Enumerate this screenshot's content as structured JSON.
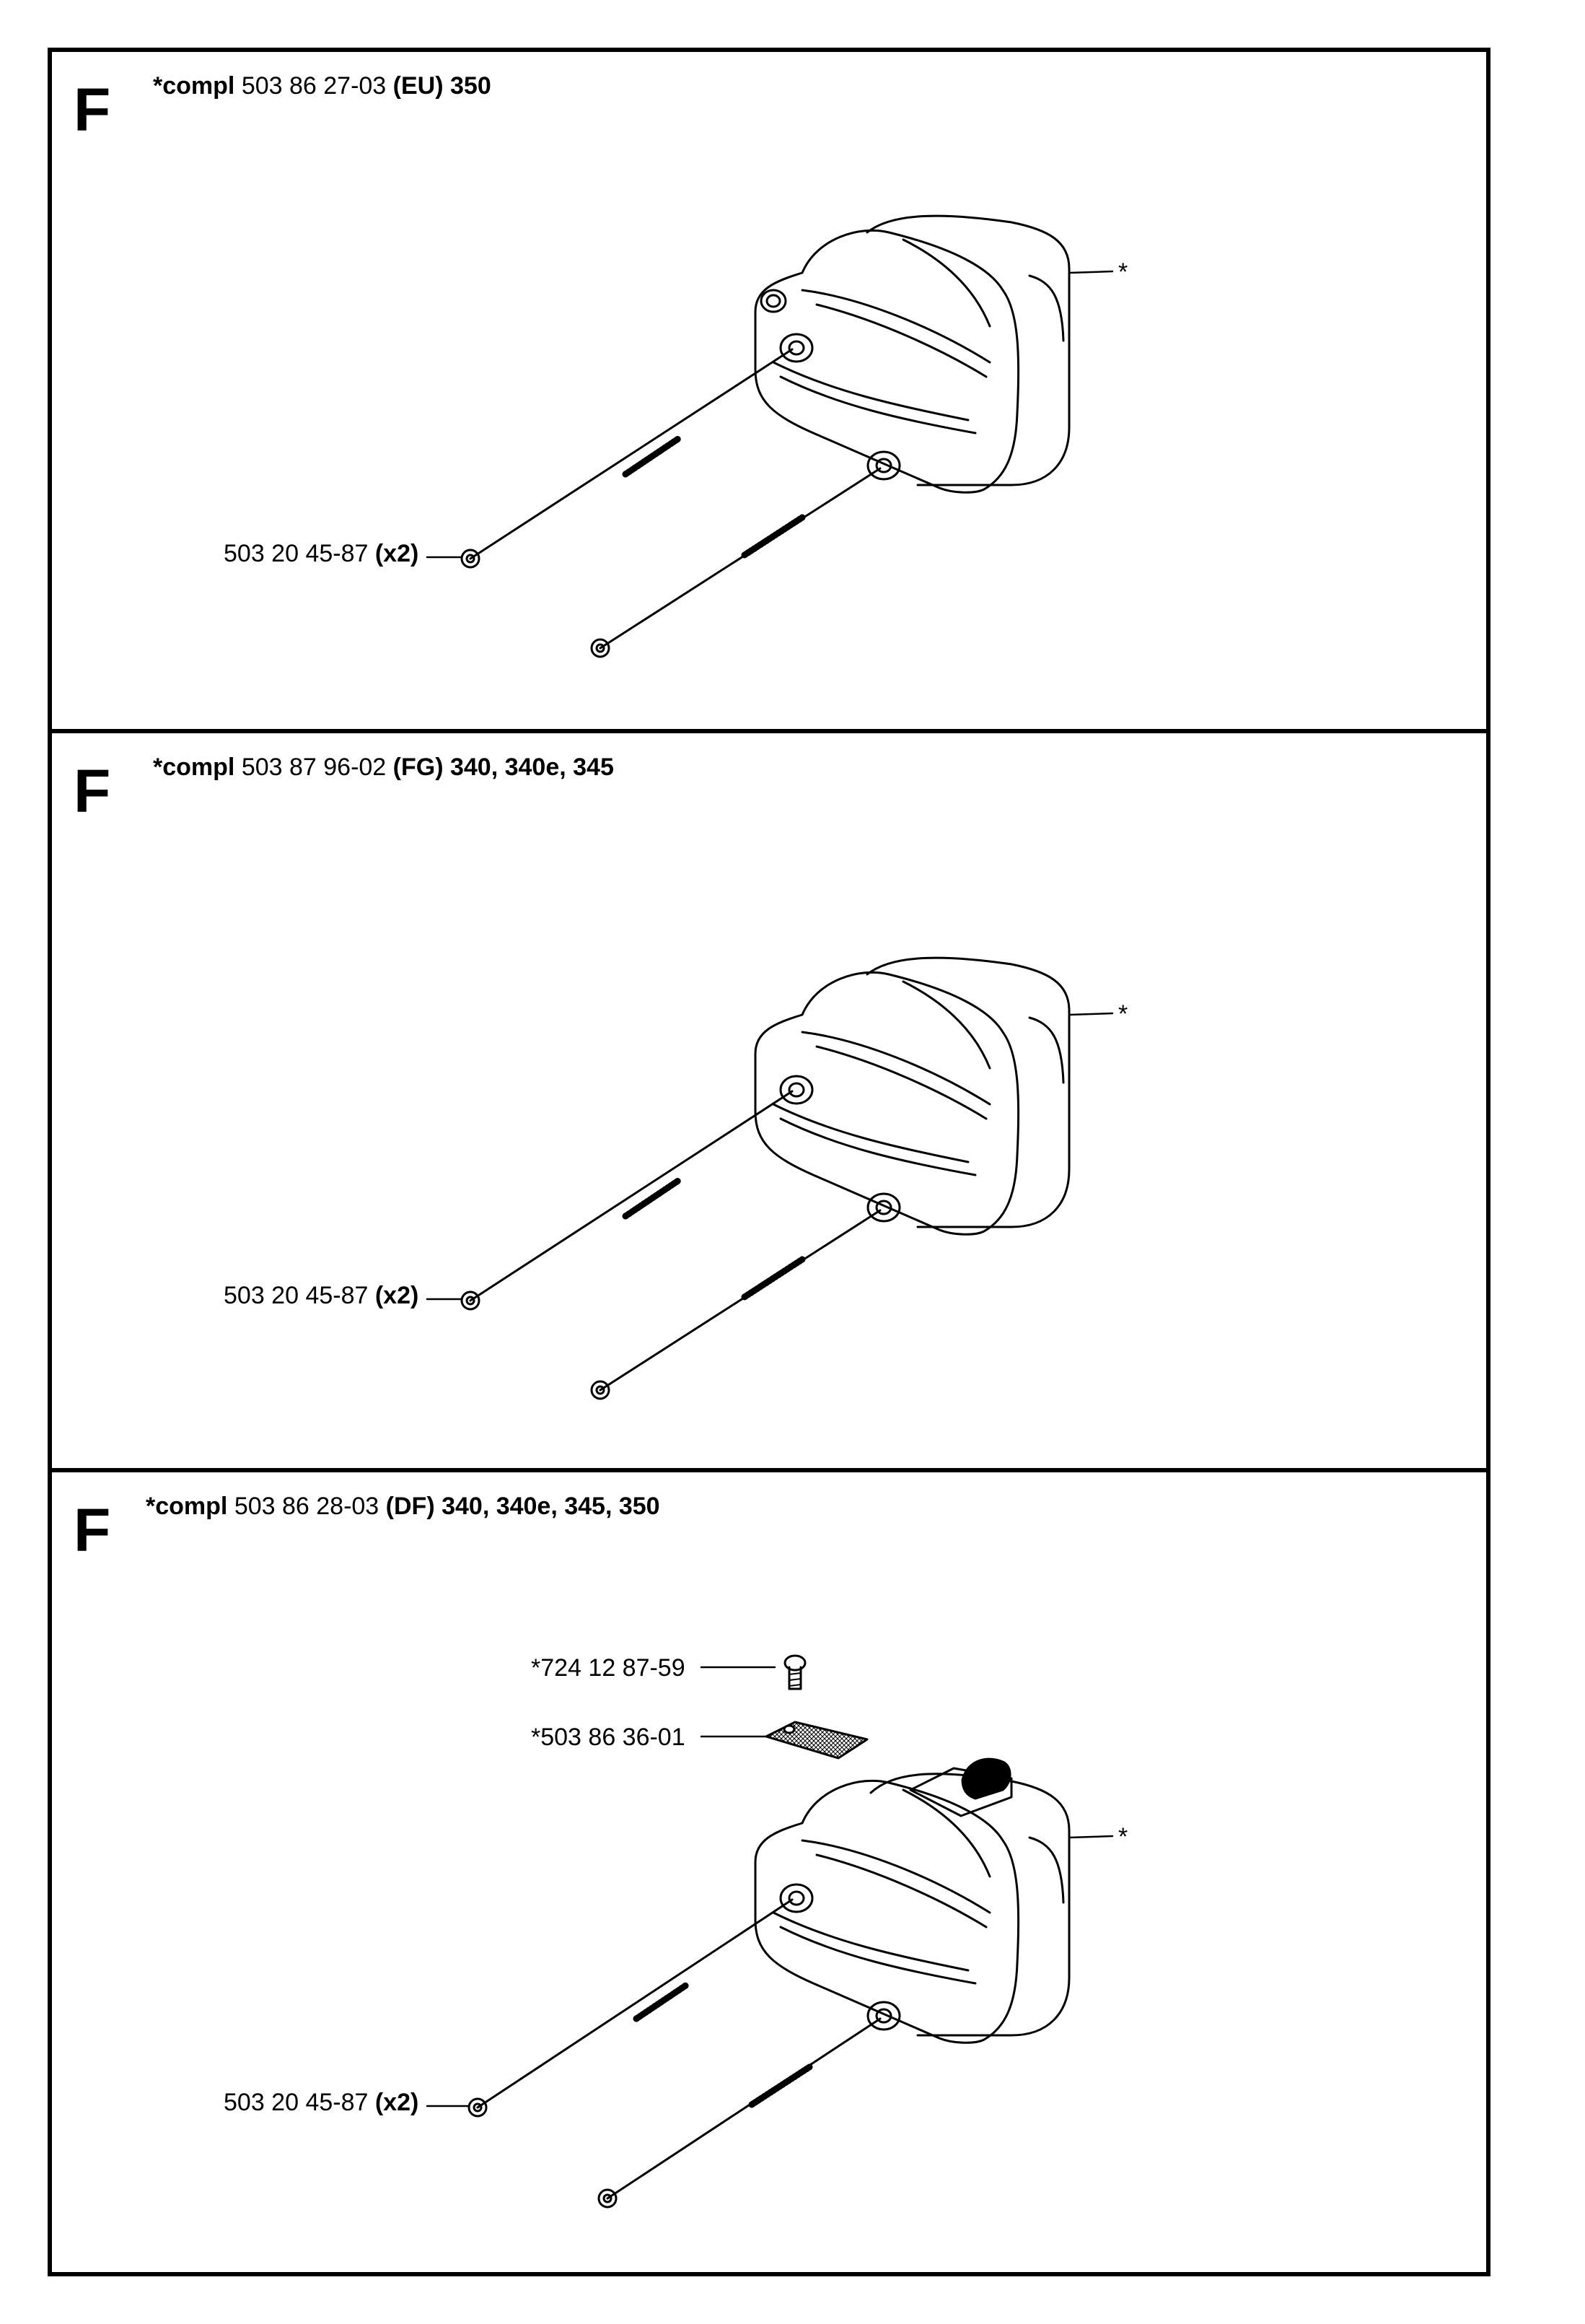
{
  "panels": [
    {
      "letter": "F",
      "title": {
        "prefix": "*compl",
        "part": "503 86 27-03",
        "suffix": "(EU) 350"
      },
      "callouts": {
        "bolt": "503 20 45-87",
        "bolt_qty": "(x2)",
        "assembly": "*"
      }
    },
    {
      "letter": "F",
      "title": {
        "prefix": "*compl",
        "part": "503 87 96-02",
        "suffix": "(FG) 340, 340e, 345"
      },
      "callouts": {
        "bolt": "503 20 45-87",
        "bolt_qty": "(x2)",
        "assembly": "*"
      }
    },
    {
      "letter": "F",
      "title": {
        "prefix": "*compl",
        "part": "503 86 28-03",
        "suffix": "(DF) 340, 340e, 345, 350"
      },
      "callouts": {
        "bolt": "503 20 45-87",
        "bolt_qty": "(x2)",
        "assembly": "*",
        "screw": "*724 12 87-59",
        "screen": "*503 86 36-01"
      }
    }
  ]
}
